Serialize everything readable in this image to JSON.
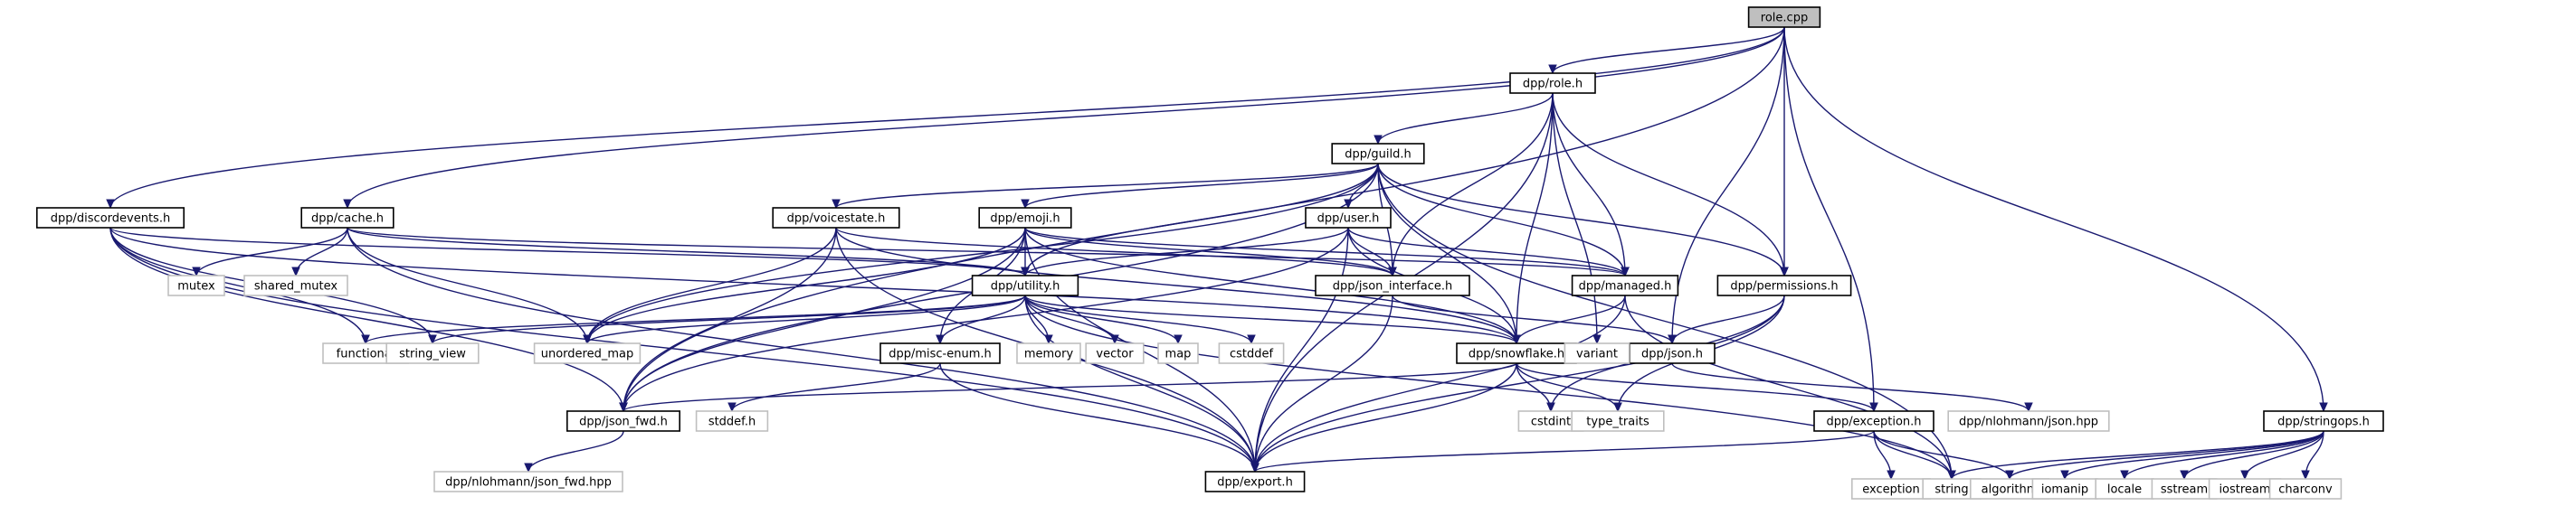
{
  "title": "role.cpp include dependency graph",
  "colors": {
    "edge": "#191970",
    "root_fill": "#bfbfbf",
    "internal_border": "#000000",
    "external_border": "#bfbfbf"
  },
  "nodes": [
    {
      "id": "role_cpp",
      "label": "role.cpp",
      "kind": "root"
    },
    {
      "id": "role_h",
      "label": "dpp/role.h",
      "kind": "internal"
    },
    {
      "id": "guild_h",
      "label": "dpp/guild.h",
      "kind": "internal"
    },
    {
      "id": "discordevents_h",
      "label": "dpp/discordevents.h",
      "kind": "internal"
    },
    {
      "id": "cache_h",
      "label": "dpp/cache.h",
      "kind": "internal"
    },
    {
      "id": "voicestate_h",
      "label": "dpp/voicestate.h",
      "kind": "internal"
    },
    {
      "id": "emoji_h",
      "label": "dpp/emoji.h",
      "kind": "internal"
    },
    {
      "id": "user_h",
      "label": "dpp/user.h",
      "kind": "internal"
    },
    {
      "id": "json_interface_h",
      "label": "dpp/json_interface.h",
      "kind": "internal"
    },
    {
      "id": "managed_h",
      "label": "dpp/managed.h",
      "kind": "internal"
    },
    {
      "id": "permissions_h",
      "label": "dpp/permissions.h",
      "kind": "internal"
    },
    {
      "id": "utility_h",
      "label": "dpp/utility.h",
      "kind": "internal"
    },
    {
      "id": "snowflake_h",
      "label": "dpp/snowflake.h",
      "kind": "internal"
    },
    {
      "id": "json_h",
      "label": "dpp/json.h",
      "kind": "internal"
    },
    {
      "id": "misc_enum_h",
      "label": "dpp/misc-enum.h",
      "kind": "internal"
    },
    {
      "id": "json_fwd_h",
      "label": "dpp/json_fwd.h",
      "kind": "internal"
    },
    {
      "id": "exception_h",
      "label": "dpp/exception.h",
      "kind": "internal"
    },
    {
      "id": "stringops_h",
      "label": "dpp/stringops.h",
      "kind": "internal"
    },
    {
      "id": "export_h",
      "label": "dpp/export.h",
      "kind": "internal"
    },
    {
      "id": "mutex",
      "label": "mutex",
      "kind": "external"
    },
    {
      "id": "shared_mutex",
      "label": "shared_mutex",
      "kind": "external"
    },
    {
      "id": "functional",
      "label": "functional",
      "kind": "external"
    },
    {
      "id": "string_view",
      "label": "string_view",
      "kind": "external"
    },
    {
      "id": "unordered_map",
      "label": "unordered_map",
      "kind": "external"
    },
    {
      "id": "memory",
      "label": "memory",
      "kind": "external"
    },
    {
      "id": "vector",
      "label": "vector",
      "kind": "external"
    },
    {
      "id": "map",
      "label": "map",
      "kind": "external"
    },
    {
      "id": "cstddef",
      "label": "cstddef",
      "kind": "external"
    },
    {
      "id": "variant",
      "label": "variant",
      "kind": "external"
    },
    {
      "id": "stddef_h",
      "label": "stddef.h",
      "kind": "external"
    },
    {
      "id": "cstdint",
      "label": "cstdint",
      "kind": "external"
    },
    {
      "id": "type_traits",
      "label": "type_traits",
      "kind": "external"
    },
    {
      "id": "nlohmann_json_hpp",
      "label": "dpp/nlohmann/json.hpp",
      "kind": "external"
    },
    {
      "id": "nlohmann_json_fwd_hpp",
      "label": "dpp/nlohmann/json_fwd.hpp",
      "kind": "external"
    },
    {
      "id": "exception",
      "label": "exception",
      "kind": "external"
    },
    {
      "id": "string",
      "label": "string",
      "kind": "external"
    },
    {
      "id": "algorithm",
      "label": "algorithm",
      "kind": "external"
    },
    {
      "id": "iomanip",
      "label": "iomanip",
      "kind": "external"
    },
    {
      "id": "locale",
      "label": "locale",
      "kind": "external"
    },
    {
      "id": "sstream",
      "label": "sstream",
      "kind": "external"
    },
    {
      "id": "iostream",
      "label": "iostream",
      "kind": "external"
    },
    {
      "id": "charconv",
      "label": "charconv",
      "kind": "external"
    }
  ],
  "edges": [
    [
      "role_cpp",
      "role_h"
    ],
    [
      "role_cpp",
      "discordevents_h"
    ],
    [
      "role_cpp",
      "cache_h"
    ],
    [
      "role_cpp",
      "json_fwd_h"
    ],
    [
      "role_cpp",
      "permissions_h"
    ],
    [
      "role_cpp",
      "json_h"
    ],
    [
      "role_cpp",
      "exception_h"
    ],
    [
      "role_cpp",
      "stringops_h"
    ],
    [
      "role_h",
      "guild_h"
    ],
    [
      "role_h",
      "json_interface_h"
    ],
    [
      "role_h",
      "managed_h"
    ],
    [
      "role_h",
      "permissions_h"
    ],
    [
      "role_h",
      "variant"
    ],
    [
      "role_h",
      "export_h"
    ],
    [
      "role_h",
      "snowflake_h"
    ],
    [
      "guild_h",
      "voicestate_h"
    ],
    [
      "guild_h",
      "emoji_h"
    ],
    [
      "guild_h",
      "user_h"
    ],
    [
      "guild_h",
      "utility_h"
    ],
    [
      "guild_h",
      "json_interface_h"
    ],
    [
      "guild_h",
      "managed_h"
    ],
    [
      "guild_h",
      "permissions_h"
    ],
    [
      "guild_h",
      "snowflake_h"
    ],
    [
      "guild_h",
      "unordered_map"
    ],
    [
      "guild_h",
      "string"
    ],
    [
      "guild_h",
      "json_fwd_h"
    ],
    [
      "discordevents_h",
      "utility_h"
    ],
    [
      "discordevents_h",
      "functional"
    ],
    [
      "discordevents_h",
      "string_view"
    ],
    [
      "discordevents_h",
      "json_fwd_h"
    ],
    [
      "discordevents_h",
      "export_h"
    ],
    [
      "discordevents_h",
      "snowflake_h"
    ],
    [
      "cache_h",
      "mutex"
    ],
    [
      "cache_h",
      "shared_mutex"
    ],
    [
      "cache_h",
      "unordered_map"
    ],
    [
      "cache_h",
      "managed_h"
    ],
    [
      "cache_h",
      "export_h"
    ],
    [
      "cache_h",
      "utility_h"
    ],
    [
      "voicestate_h",
      "json_interface_h"
    ],
    [
      "voicestate_h",
      "export_h"
    ],
    [
      "voicestate_h",
      "snowflake_h"
    ],
    [
      "voicestate_h",
      "unordered_map"
    ],
    [
      "voicestate_h",
      "json_fwd_h"
    ],
    [
      "emoji_h",
      "utility_h"
    ],
    [
      "emoji_h",
      "json_interface_h"
    ],
    [
      "emoji_h",
      "managed_h"
    ],
    [
      "emoji_h",
      "misc_enum_h"
    ],
    [
      "emoji_h",
      "unordered_map"
    ],
    [
      "emoji_h",
      "export_h"
    ],
    [
      "emoji_h",
      "json_fwd_h"
    ],
    [
      "emoji_h",
      "snowflake_h"
    ],
    [
      "user_h",
      "json_interface_h"
    ],
    [
      "user_h",
      "managed_h"
    ],
    [
      "user_h",
      "utility_h"
    ],
    [
      "user_h",
      "export_h"
    ],
    [
      "user_h",
      "snowflake_h"
    ],
    [
      "user_h",
      "json_fwd_h"
    ],
    [
      "json_interface_h",
      "json_h"
    ],
    [
      "json_interface_h",
      "export_h"
    ],
    [
      "managed_h",
      "snowflake_h"
    ],
    [
      "managed_h",
      "export_h"
    ],
    [
      "managed_h",
      "string"
    ],
    [
      "permissions_h",
      "json_h"
    ],
    [
      "permissions_h",
      "export_h"
    ],
    [
      "permissions_h",
      "type_traits"
    ],
    [
      "permissions_h",
      "cstdint"
    ],
    [
      "utility_h",
      "functional"
    ],
    [
      "utility_h",
      "string_view"
    ],
    [
      "utility_h",
      "unordered_map"
    ],
    [
      "utility_h",
      "misc_enum_h"
    ],
    [
      "utility_h",
      "memory"
    ],
    [
      "utility_h",
      "vector"
    ],
    [
      "utility_h",
      "map"
    ],
    [
      "utility_h",
      "cstddef"
    ],
    [
      "utility_h",
      "snowflake_h"
    ],
    [
      "utility_h",
      "export_h"
    ],
    [
      "utility_h",
      "string"
    ],
    [
      "misc_enum_h",
      "stddef_h"
    ],
    [
      "misc_enum_h",
      "export_h"
    ],
    [
      "snowflake_h",
      "json_fwd_h"
    ],
    [
      "snowflake_h",
      "cstdint"
    ],
    [
      "snowflake_h",
      "type_traits"
    ],
    [
      "snowflake_h",
      "exception_h"
    ],
    [
      "snowflake_h",
      "export_h"
    ],
    [
      "json_h",
      "nlohmann_json_hpp"
    ],
    [
      "json_fwd_h",
      "nlohmann_json_fwd_hpp"
    ],
    [
      "exception_h",
      "exception"
    ],
    [
      "exception_h",
      "string"
    ],
    [
      "exception_h",
      "algorithm"
    ],
    [
      "exception_h",
      "export_h"
    ],
    [
      "stringops_h",
      "string"
    ],
    [
      "stringops_h",
      "algorithm"
    ],
    [
      "stringops_h",
      "iomanip"
    ],
    [
      "stringops_h",
      "locale"
    ],
    [
      "stringops_h",
      "sstream"
    ],
    [
      "stringops_h",
      "iostream"
    ],
    [
      "stringops_h",
      "charconv"
    ]
  ]
}
